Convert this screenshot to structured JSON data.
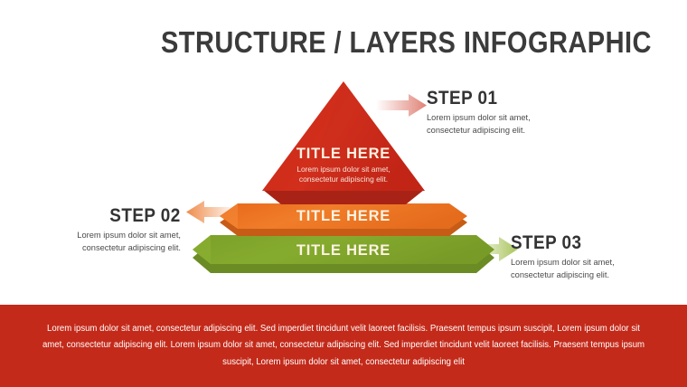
{
  "title": "STRUCTURE / LAYERS INFOGRAPHIC",
  "colors": {
    "title_text": "#3b3b3b",
    "top_layer": "#cc2b1a",
    "top_layer_base": "#a82316",
    "middle_layer": "#ee7623",
    "middle_layer_base": "#c75c16",
    "bottom_layer": "#7fa42b",
    "bottom_layer_base": "#6b8c24",
    "footer_band": "#c32a1a",
    "layer_title_text": "#fdf3e3",
    "arrow_red": "#e38a7e",
    "arrow_orange": "#ef8b4a",
    "arrow_green": "#a9c45c"
  },
  "pyramid": {
    "layers": [
      {
        "id": "top",
        "shape": "triangle",
        "title": "TITLE HERE",
        "subtitle_line_1": "Lorem ipsum dolor sit amet,",
        "subtitle_line_2": "consectetur adipiscing elit.",
        "color": "#cc2b1a"
      },
      {
        "id": "middle",
        "shape": "hexagon-slab",
        "title": "TITLE HERE",
        "color": "#ee7623"
      },
      {
        "id": "bottom",
        "shape": "hexagon-slab",
        "title": "TITLE HERE",
        "color": "#7fa42b"
      }
    ]
  },
  "steps": [
    {
      "id": "step-01",
      "title": "STEP 01",
      "desc_line_1": "Lorem ipsum dolor sit amet,",
      "desc_line_2": "consectetur adipiscing elit.",
      "arrow": "arrow-right-red-icon",
      "align": "left"
    },
    {
      "id": "step-02",
      "title": "STEP 02",
      "desc_line_1": "Lorem ipsum dolor sit amet,",
      "desc_line_2": "consectetur adipiscing elit.",
      "arrow": "arrow-left-orange-icon",
      "align": "right"
    },
    {
      "id": "step-03",
      "title": "STEP 03",
      "desc_line_1": "Lorem ipsum dolor sit amet,",
      "desc_line_2": "consectetur adipiscing elit.",
      "arrow": "arrow-right-green-icon",
      "align": "left"
    }
  ],
  "footer": {
    "text": "Lorem ipsum dolor sit amet, consectetur adipiscing elit. Sed imperdiet tincidunt velit laoreet facilisis. Praesent tempus ipsum suscipit, Lorem ipsum dolor sit amet, consectetur adipiscing elit. Lorem ipsum dolor sit amet, consectetur adipiscing elit. Sed imperdiet tincidunt velit laoreet facilisis. Praesent tempus ipsum suscipit, Lorem ipsum dolor sit amet, consectetur adipiscing elit"
  }
}
